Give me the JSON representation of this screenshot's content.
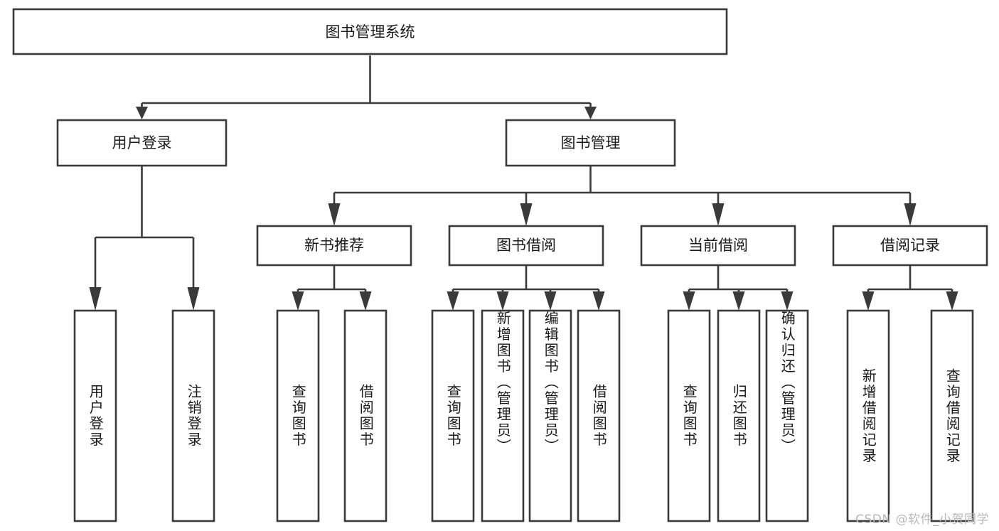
{
  "diagram": {
    "title": "图书管理系统",
    "type": "tree-hierarchy",
    "colors": {
      "box_stroke": "#3a3a3a",
      "box_fill": "#ffffff",
      "text": "#1a1a1a",
      "connector": "#3a3a3a",
      "watermark": "#b9b9b9"
    },
    "root": {
      "label": "图书管理系统"
    },
    "level2": [
      {
        "label": "用户登录"
      },
      {
        "label": "图书管理"
      }
    ],
    "level3": [
      {
        "label": "新书推荐"
      },
      {
        "label": "图书借阅"
      },
      {
        "label": "当前借阅"
      },
      {
        "label": "借阅记录"
      }
    ],
    "leaves_user_login": [
      {
        "label": "用户登录"
      },
      {
        "label": "注销登录"
      }
    ],
    "leaves_new_book": [
      {
        "label": "查询图书"
      },
      {
        "label": "借阅图书"
      }
    ],
    "leaves_borrow": [
      {
        "label": "查询图书"
      },
      {
        "label": "新增图书（管理员）"
      },
      {
        "label": "编辑图书（管理员）"
      },
      {
        "label": "借阅图书"
      }
    ],
    "leaves_current": [
      {
        "label": "查询图书"
      },
      {
        "label": "归还图书"
      },
      {
        "label": "确认归还（管理员）"
      }
    ],
    "leaves_record": [
      {
        "label": "新增借阅记录"
      },
      {
        "label": "查询借阅记录"
      }
    ]
  },
  "watermark": {
    "text": "CSDN @软件_小贺同学"
  }
}
